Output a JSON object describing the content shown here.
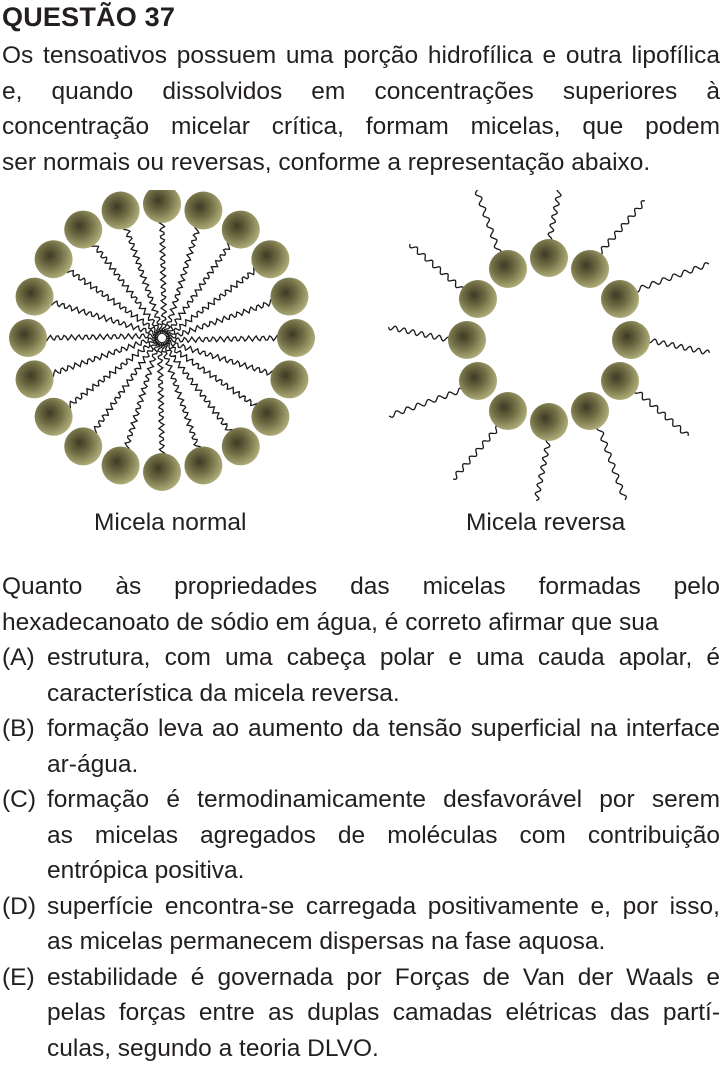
{
  "header": {
    "title": "QUESTÃO 37"
  },
  "stem": {
    "lines": [
      "Os tensoativos possuem uma porção hidrofílica e outra lipofílica",
      "e, quando dissolvidos em concentrações superiores à",
      "concentração micelar crítica, formam micelas, que podem",
      "ser normais ou reversas, conforme a representação abaixo."
    ]
  },
  "figure": {
    "normal_caption": "Micela normal",
    "reverse_caption": "Micela reversa",
    "colors": {
      "head": "#a3a06c",
      "head_dark": "#3d3a24",
      "tail": "#1a1a1a"
    }
  },
  "question": {
    "lines": [
      "Quanto às propriedades das micelas formadas pelo",
      "hexadecanoato de sódio em água, é correto afirmar que sua"
    ],
    "options": [
      {
        "label": "(A)",
        "lines": [
          "estrutura, com uma cabeça polar e uma cauda apolar, é",
          "característica da micela reversa."
        ]
      },
      {
        "label": "(B)",
        "lines": [
          "formação leva ao aumento da tensão superficial na interface",
          "ar-água."
        ]
      },
      {
        "label": "(C)",
        "lines": [
          "formação é termodinamicamente desfavorável por serem",
          "as micelas agregados de moléculas com contribuição",
          "entrópica positiva."
        ]
      },
      {
        "label": "(D)",
        "lines": [
          "superfície encontra-se carregada positivamente e, por isso,",
          "as micelas permanecem dispersas na fase aquosa."
        ]
      },
      {
        "label": "(E)",
        "lines": [
          "estabilidade é governada por Forças de Van der Waals e",
          "pelas forças entre as duplas camadas elétricas das partí-",
          "culas, segundo a teoria DLVO."
        ]
      }
    ]
  }
}
